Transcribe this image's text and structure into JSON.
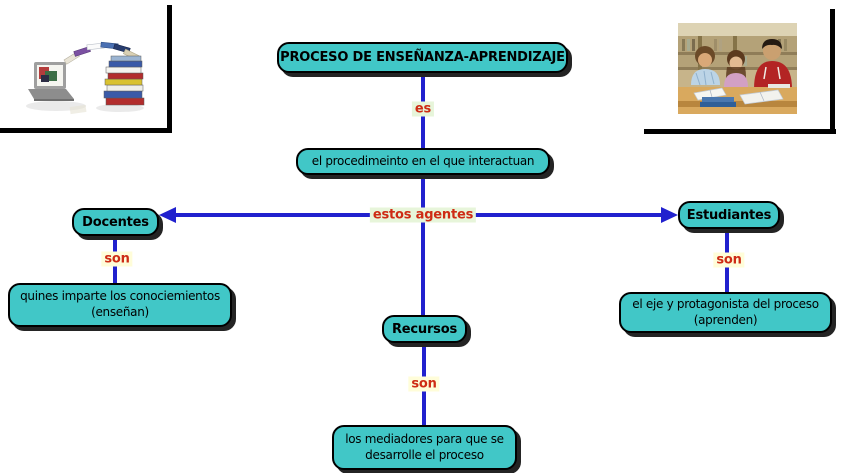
{
  "concept_map": {
    "nodes": {
      "proceso": {
        "label": "PROCESO DE ENSEÑANZA-APRENDIZAJE"
      },
      "procedimiento": {
        "label": "el procedimeinto en el que interactuan"
      },
      "docentes": {
        "label": "Docentes"
      },
      "estudiantes": {
        "label": "Estudiantes"
      },
      "recursos": {
        "label": "Recursos"
      },
      "docentes_desc": {
        "line1": "quines imparte los conociemientos",
        "line2": "(enseñan)"
      },
      "estudiantes_desc": {
        "line1": "el eje y protagonista del proceso",
        "line2": "(aprenden)"
      },
      "recursos_desc": {
        "line1": "los mediadores para que se",
        "line2": "desarrolle el proceso"
      }
    },
    "links": {
      "es": "es",
      "estos_agentes": "estos agentes",
      "son_docentes": "son",
      "son_estudiantes": "son",
      "son_recursos": "son"
    },
    "images": {
      "left": "books-flying-from-laptop-clipart",
      "right": "students-studying-in-library-photo"
    },
    "colors": {
      "node_fill": "#41C7C7",
      "node_border": "#000000",
      "connector_blue": "#2121CE",
      "label_red": "#CE2B15",
      "label_bg_green": "#E7F5DA",
      "label_bg_yellow": "#FFFDD9",
      "frame_black": "#000000"
    }
  }
}
